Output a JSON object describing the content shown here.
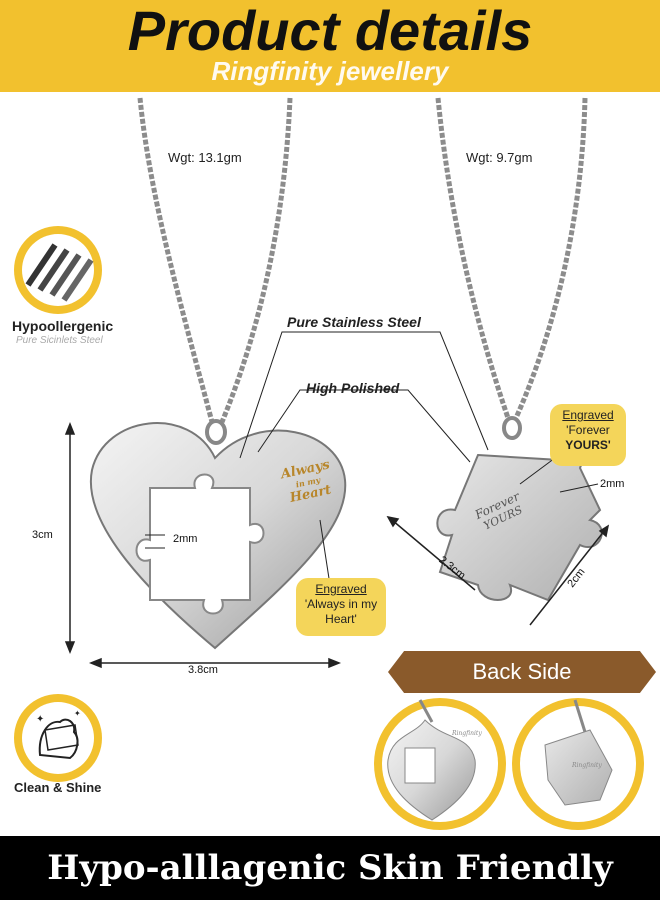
{
  "header": {
    "title": "Product details",
    "subtitle": "Ringfinity jewellery"
  },
  "heart": {
    "weight": "Wgt: 13.1gm",
    "height_dim": "3cm",
    "width_dim": "3.8cm",
    "slot_dim": "2mm",
    "engraving_line1": "Always",
    "engraving_line2": "in my",
    "engraving_line3": "Heart"
  },
  "puzzle": {
    "weight": "Wgt: 9.7gm",
    "thickness_dim": "2mm",
    "diag_dim1": "2.3cm",
    "diag_dim2": "2cm",
    "engraving_line1": "Forever",
    "engraving_line2": "YOURS"
  },
  "features": {
    "material_label": "Pure Stainless Steel",
    "finish_label": "High Polished",
    "hypo_title": "Hypoollergenic",
    "hypo_sub": "Pure Sicinlets Steel",
    "clean_label": "Clean & Shine"
  },
  "badges": {
    "forever_title": "Engraved",
    "forever_text1": "'Forever",
    "forever_text2": "YOURS'",
    "heart_title": "Engraved",
    "heart_text1": "'Always in my",
    "heart_text2": "Heart'"
  },
  "backside": {
    "label": "Back Side",
    "heart_engraving": "Ringfinity",
    "puzzle_engraving": "Ringfinity"
  },
  "footer": {
    "text": "Hypo-alllagenic Skin Friendly"
  }
}
